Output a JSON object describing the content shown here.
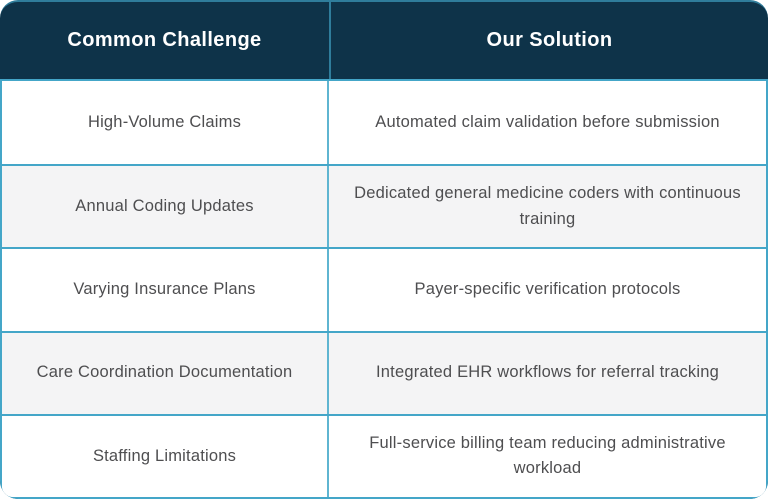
{
  "theme": {
    "header_bg": "#0E3349",
    "border_teal": "#44A6C8",
    "header_divider": "#2F7D9B",
    "column_divider": "#5FB5D1",
    "row_bg": "#FFFFFF",
    "row_alt_bg": "#F4F4F5",
    "body_text_color": "#4E4E50",
    "header_text_color": "#FFFFFF"
  },
  "table": {
    "columns": [
      {
        "label": "Common Challenge"
      },
      {
        "label": "Our Solution"
      }
    ],
    "rows": [
      {
        "challenge": "High-Volume Claims",
        "solution": "Automated claim validation before submission"
      },
      {
        "challenge": "Annual Coding Updates",
        "solution": "Dedicated general medicine coders with continuous training"
      },
      {
        "challenge": "Varying Insurance Plans",
        "solution": "Payer-specific verification protocols"
      },
      {
        "challenge": "Care Coordination Documentation",
        "solution": "Integrated EHR workflows for referral tracking"
      },
      {
        "challenge": "Staffing Limitations",
        "solution": "Full-service billing team reducing administrative workload"
      }
    ]
  }
}
